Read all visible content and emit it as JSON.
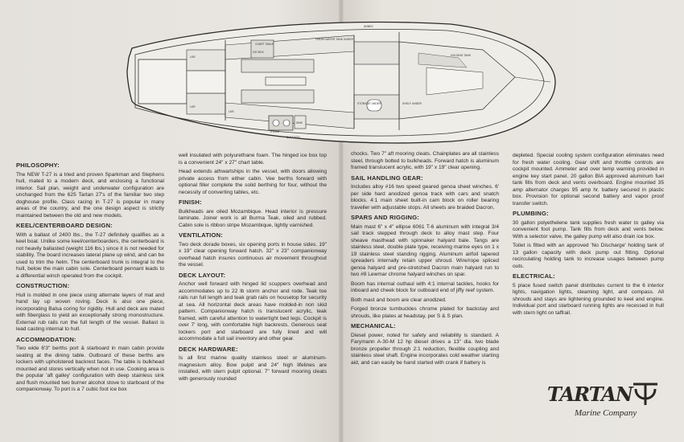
{
  "plan": {
    "labels": [
      "CHART TABLE",
      "FRESH WATER TANK UNDER",
      "ANNEX",
      "HOLDING TANK",
      "STORAGE UNDER",
      "SHELF UNDER",
      "ICE BOX",
      "LKR",
      "LKR",
      "LKR",
      "SINK",
      "STOVE",
      "BLKT BOX"
    ]
  },
  "col1": {
    "sections": [
      {
        "heading": "PHILOSOPHY:",
        "paras": [
          "The NEW T-27 is a tried and proven Sparkman and Stephens hull, mated to a modern deck, and enclosing a functional interior. Sail plan, weight and underwater configuration are unchanged from the 625 Tartan 27's of the familiar two step doghouse profile. Class racing in T-27 is popular in many areas of the country, and the one design aspect is strictly maintained between the old and new models."
        ]
      },
      {
        "heading": "KEEL/CENTERBOARD DESIGN:",
        "paras": [
          "With a ballast of 2400 lbs., the T-27 definitely qualifies as a keel boat. Unlike some keel/centerboarders, the centerboard is not heavily ballasted (weight 116 lbs.) since it is not needed for stability. The board increases lateral plane up wind, and can be used to trim the helm. The centerboard trunk is integral to the hull, below the main cabin sole. Centerboard pennant leads to a differential winch operated from the cockpit."
        ]
      },
      {
        "heading": "CONSTRUCTION:",
        "paras": [
          "Hull is molded in one piece using alternate layers of mat and hand lay up woven roving. Deck is also one piece, incorporating Balsa coring for rigidity. Hull and deck are mated with fiberglass to yield an exceptionally strong monostructure. External rub rails run the full length of the vessel. Ballast is lead casting internal to hull."
        ]
      },
      {
        "heading": "ACCOMMODATION:",
        "paras": [
          "Two wide 6'3\" berths port & starboard in main cabin provide seating at the dining table. Outboard of these berths are lockers with upholstered backrest faces. The table is bulkhead mounted and stores vertically when not in use. Cooking area is the popular 'aft galley' configuration with deep stainless sink and flush mounted two burner alcohol stove to starboard of the companionway. To port is a 7 cubic foot ice box"
        ]
      }
    ]
  },
  "col2": {
    "sections": [
      {
        "heading": "",
        "paras": [
          "well insulated with polyurethane foam. The hinged ice box top is a convenient 24\" x 27\" chart table.",
          "Head extends athwartships in the vessel, with doors allowing private access from either cabin. Vee berths forward with optional filler complete the solid berthing for four, without the necessity of converting tables, etc."
        ]
      },
      {
        "heading": "FINISH:",
        "paras": [
          "Bulkheads are oiled Mozambique. Head interior is pressure laminate. Joiner work is all Burma Teak, oiled and rubbed. Cabin sole is ribbon stripe Mozambique, lightly varnished."
        ]
      },
      {
        "heading": "VENTILATION:",
        "paras": [
          "Two deck dorade boxes, six opening ports in house sides. 19\" x 19\" clear opening forward hatch. 32\" x 23\" companionway overhead hatch insures continuous air movement throughout the vessel."
        ]
      },
      {
        "heading": "DECK LAYOUT:",
        "paras": [
          "Anchor well forward with hinged lid scuppers overhead and accommodates up to 22 lb storm anchor and rode. Teak toe rails run full length and teak grab rails on housetop for security at sea. All horizontal deck areas have molded-in non skid pattern. Companionway hatch is translucent acrylic, teak framed, with careful attention to watertight bed legs. Cockpit is over 7' long, with comfortable high backrests. Generous seat lockers port and starboard are fully lined and will accommodate a full sail inventory and other gear."
        ]
      },
      {
        "heading": "DECK HARDWARE:",
        "paras": [
          "Is all first marine quality stainless steel or aluminum-magnesium alloy. Bow pulpit and 24\" high lifelines are installed, with stern pulpit optional. 7\" forward mooring cleats with generously rounded"
        ]
      }
    ]
  },
  "col3": {
    "sections": [
      {
        "heading": "",
        "paras": [
          "chocks. Two 7\" aft mooring cleats. Chainplates are all stainless steel, through bolted to bulkheads. Forward hatch is aluminum framed translucent acrylic, with 19\" x 19\" clear opening."
        ]
      },
      {
        "heading": "SAIL HANDLING GEAR:",
        "paras": [
          "Includes alloy #16 two speed geared genoa sheet winches. 6' per side hard anodized genoa track with cars and snatch blocks. 4:1 main sheet built-in cam block on roller bearing traveller with adjustable stops. All sheets are braided Dacron."
        ]
      },
      {
        "heading": "SPARS AND RIGGING:",
        "paras": [
          "Main mast 6\" x 4\" ellipse 6061 T-6 aluminum with integral 3/4 sail track stepped through deck to alloy mast step. Four sheave masthead with spinnaker halyard bale. Tangs are stainless steel, double plate type, receiving marine eyes on 1 x 19 stainless steel standing rigging. Aluminum airfoil tapered spreaders internally retain upper shroud. Wire/rope spliced genoa halyard and pre-stretched Dacron main halyard run to two #8 Lewmar chrome halyard winches on spar.",
          "Boom has internal outhaul with 4:1 internal tackles, hooks for inboard and cheek block for outboard end of jiffy reef system.",
          "Both mast and boom are clear anodized.",
          "Forged bronze turnbuckles chrome plated for backstay and shrouds, like plates at headstay, per S & S plan."
        ]
      },
      {
        "heading": "MECHANICAL:",
        "paras": [
          "Diesel power, noted for safety and reliability is standard. A Farymann A-30-M 12 hp diesel drives a 13\" dia. two blade bronze propeller through 2:1 reduction, flexible coupling and stainless steel shaft. Engine incorporates cold weather starting aid, and can easily be hand started with crank if battery is"
        ]
      }
    ]
  },
  "col4": {
    "sections": [
      {
        "heading": "",
        "paras": [
          "depleted. Special cooling system configuration eliminates need for fresh water cooling. Gear shift and throttle controls are cockpit mounted. Ammeter and over temp warning provided in engine key start panel. 20 gallon BIA approved aluminum fuel tank fills from deck and vents overboard. Engine mounted 35 amp alternator charges 95 amp hr. battery secured in plastic box. Provision for optional second battery and vapor proof transfer switch."
        ]
      },
      {
        "heading": "PLUMBING:",
        "paras": [
          "30 gallon polyethelene tank supplies fresh water to galley via convenient foot pump. Tank fills from deck and vents below. With a selector valve, the galley pump will also drain ice box.",
          "Toilet is fitted with an approved 'No Discharge' holding tank of 13 gallon capacity with deck pump out fitting. Optional recirculating holding tank to increase usages between pump outs."
        ]
      },
      {
        "heading": "ELECTRICAL:",
        "paras": [
          "5 place fused switch panel distributes current to the 6 interior lights, navigation lights, steaming light, and compass. All shrouds and stays are lightening grounded to keel and engine. Individual port and starboard running lights are recessed in hull with stern light on taffrail."
        ]
      }
    ]
  },
  "logo": {
    "word": "TARTAN",
    "sub": "Marine Company"
  }
}
